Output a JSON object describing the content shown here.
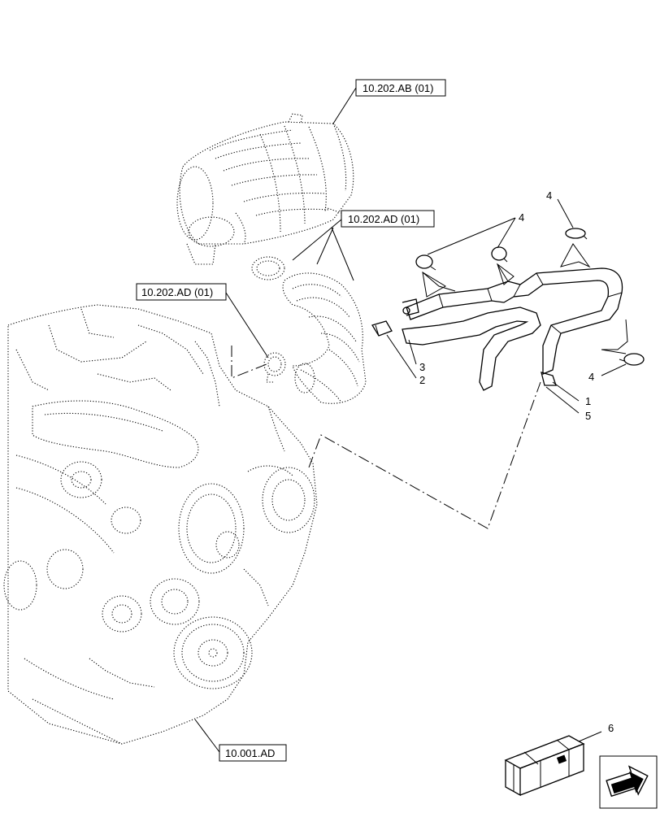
{
  "references": {
    "air_cleaner": "10.202.AB (01)",
    "hose_right": "10.202.AD (01)",
    "hose_left": "10.202.AD (01)",
    "engine": "10.001.AD"
  },
  "callouts": {
    "item_1": "1",
    "item_2": "2",
    "item_3": "3",
    "item_4_top": "4",
    "item_4_mid": "4",
    "item_4_low": "4",
    "item_5": "5",
    "item_6": "6"
  }
}
